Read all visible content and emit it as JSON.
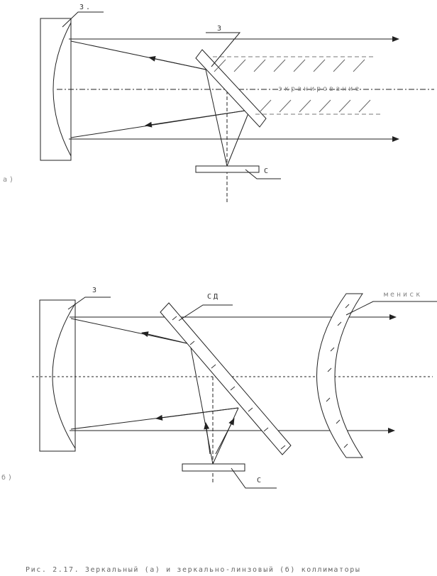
{
  "diagram_a": {
    "label_mirror": "З.",
    "label_mirror2": "З",
    "label_screening": "экранирование",
    "label_source": "С",
    "panel_letter": "а)"
  },
  "diagram_b": {
    "label_mirror": "З",
    "label_combo": "СД",
    "label_meniscus": "мениск",
    "label_source": "С",
    "panel_letter": "б)"
  },
  "caption": "Рис. 2.17. Зеркальный (а) и зеркально-линзовый (б) коллиматоры",
  "colors": {
    "line": "#222222",
    "hatch": "#666666",
    "caption": "#666666"
  }
}
